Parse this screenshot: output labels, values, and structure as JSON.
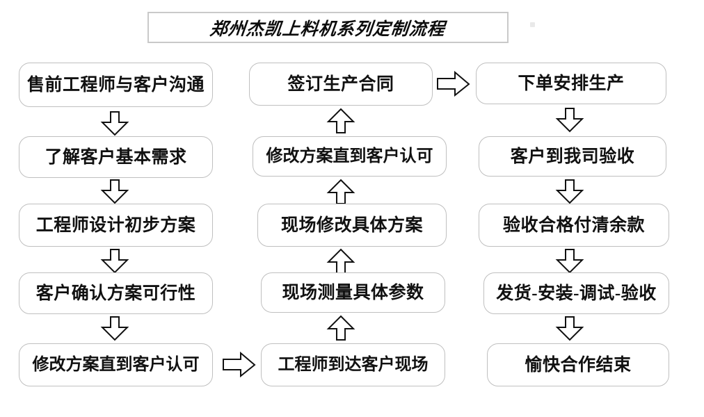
{
  "title": {
    "text": "郑州杰凯上料机系列定制流程"
  },
  "colors": {
    "box_border": "#bfbfbf",
    "title_border": "#c9c9c9",
    "text": "#111111",
    "arrow_stroke": "#111111",
    "background": "#ffffff"
  },
  "columns": [
    {
      "name": "pre-sales-column",
      "direction": "down",
      "nodes": [
        {
          "label": "售前工程师与客户沟通"
        },
        {
          "label": "了解客户基本需求"
        },
        {
          "label": "工程师设计初步方案"
        },
        {
          "label": "客户确认方案可行性"
        },
        {
          "label": "修改方案直到客户认可"
        }
      ]
    },
    {
      "name": "on-site-column",
      "direction": "up",
      "nodes": [
        {
          "label": "签订生产合同"
        },
        {
          "label": "修改方案直到客户认可"
        },
        {
          "label": "现场修改具体方案"
        },
        {
          "label": "现场测量具体参数"
        },
        {
          "label": "工程师到达客户现场"
        }
      ]
    },
    {
      "name": "production-column",
      "direction": "down",
      "nodes": [
        {
          "label": "下单安排生产"
        },
        {
          "label": "客户到我司验收"
        },
        {
          "label": "验收合格付清余款"
        },
        {
          "label": "发货-安装-调试-验收"
        },
        {
          "label": "愉快合作结束"
        }
      ]
    }
  ],
  "connectors": {
    "col1_to_col2": {
      "name": "arrow-right-bottom",
      "direction": "right"
    },
    "col2_to_col3": {
      "name": "arrow-right-top",
      "direction": "right"
    },
    "vertical_down": {
      "direction": "down"
    },
    "vertical_up": {
      "direction": "up"
    }
  }
}
